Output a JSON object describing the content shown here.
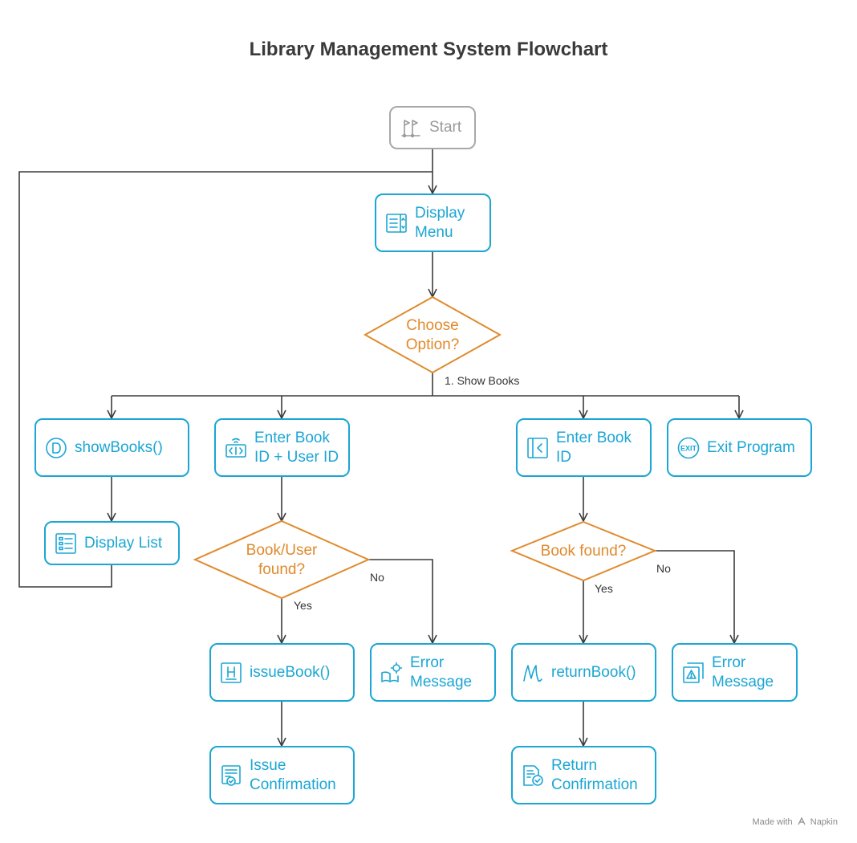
{
  "title": "Library Management System Flowchart",
  "nodes": {
    "start": "Start",
    "display_menu": "Display\nMenu",
    "choose_option": "Choose\nOption?",
    "show_books": "showBooks()",
    "display_list": "Display List",
    "enter_book_user": "Enter Book\nID + User ID",
    "book_user_found": "Book/User\nfound?",
    "issue_book": "issueBook()",
    "issue_error": "Error\nMessage",
    "issue_confirmation": "Issue\nConfirmation",
    "enter_book_id": "Enter Book\nID",
    "book_found": "Book found?",
    "return_book": "returnBook()",
    "return_error": "Error\nMessage",
    "return_confirmation": "Return\nConfirmation",
    "exit_program": "Exit Program"
  },
  "edge_labels": {
    "show_books": "1. Show Books",
    "issue_yes": "Yes",
    "issue_no": "No",
    "return_yes": "Yes",
    "return_no": "No"
  },
  "footer": {
    "made_with": "Made with",
    "brand": "Napkin"
  },
  "colors": {
    "process": "#1ba6d4",
    "decision": "#e08a2c",
    "start": "#a8a8a8",
    "line": "#3c3c3c"
  }
}
